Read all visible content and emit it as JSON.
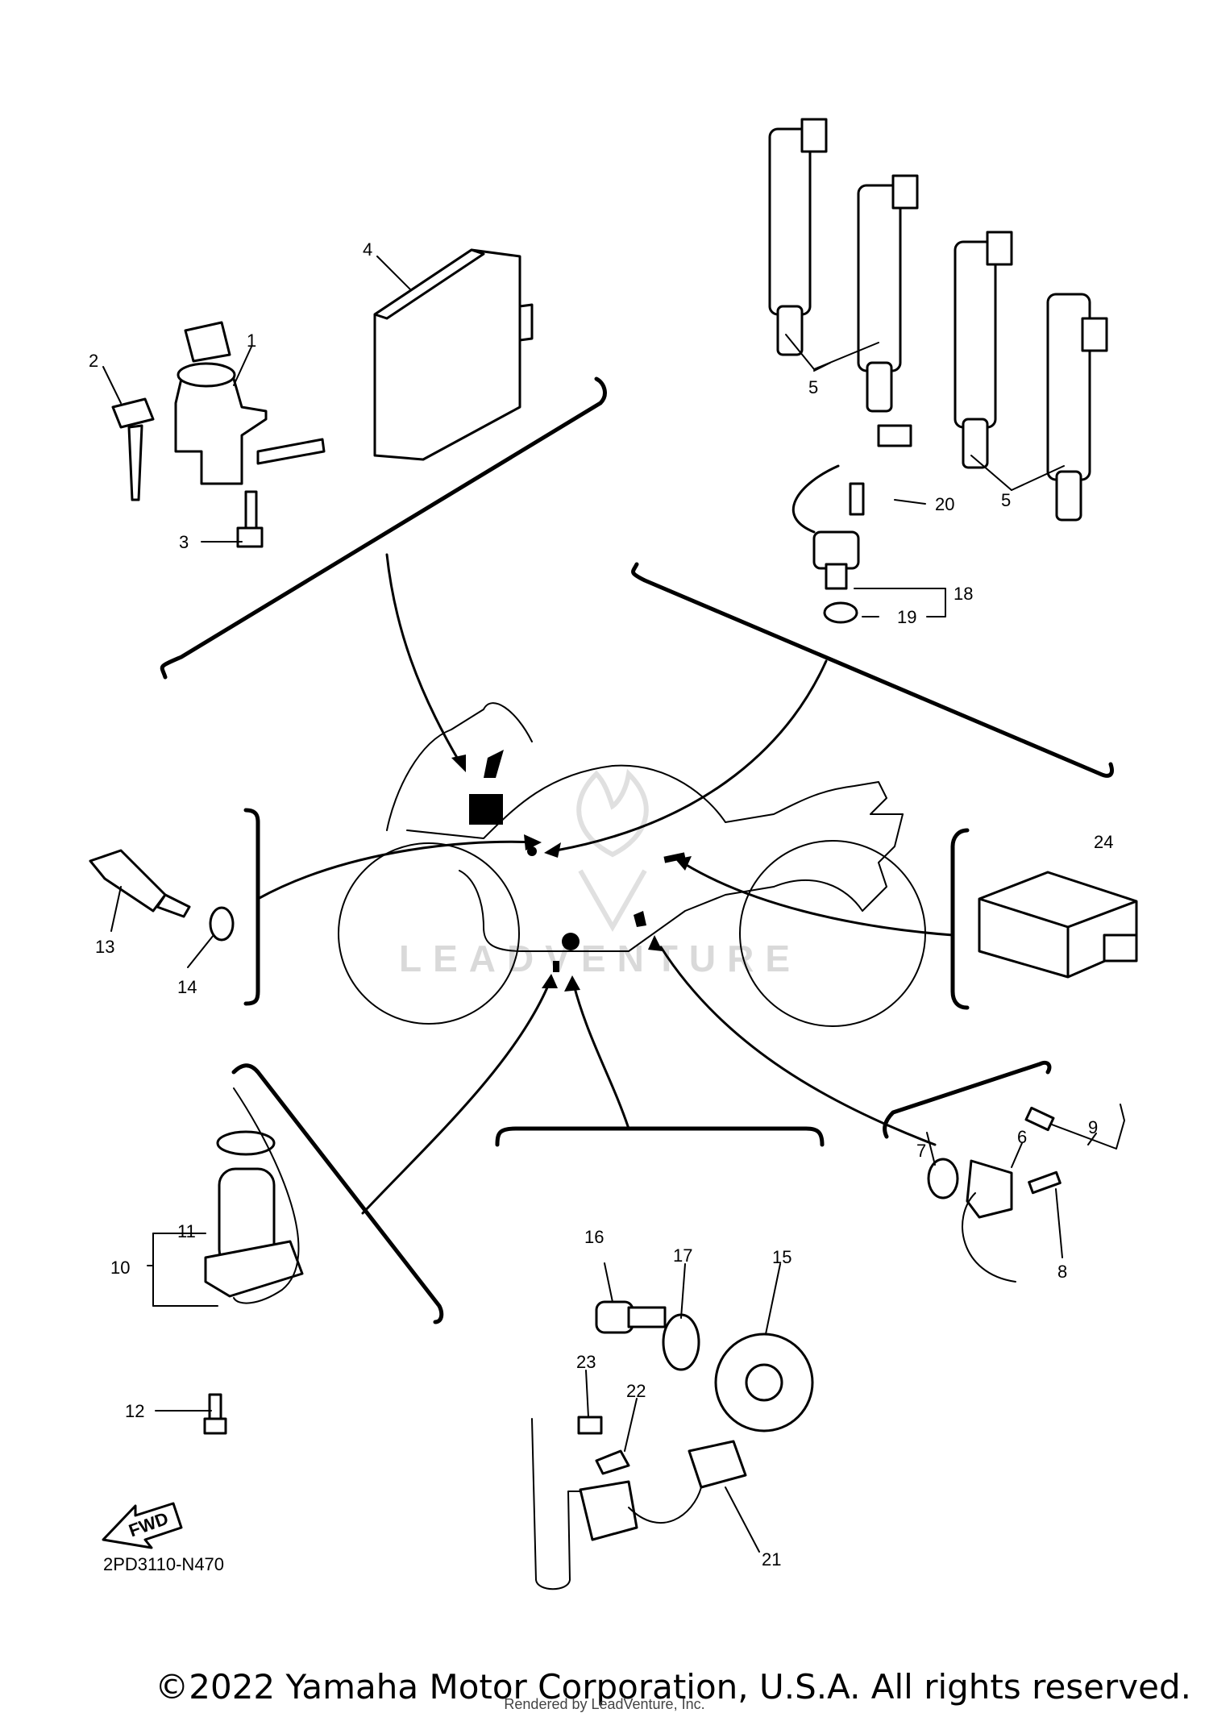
{
  "diagram": {
    "code": "2PD3110-N470",
    "fwd_label": "FWD",
    "watermark": "LEADVENTURE",
    "callouts": [
      "1",
      "2",
      "3",
      "4",
      "5",
      "5",
      "6",
      "7",
      "8",
      "9",
      "10",
      "11",
      "12",
      "13",
      "14",
      "15",
      "16",
      "17",
      "18",
      "19",
      "20",
      "21",
      "22",
      "23",
      "24"
    ]
  },
  "footer": {
    "copyright": "©2022 Yamaha Motor Corporation, U.S.A. All rights reserved.",
    "rendered_by": "Rendered by LeadVenture, Inc."
  }
}
